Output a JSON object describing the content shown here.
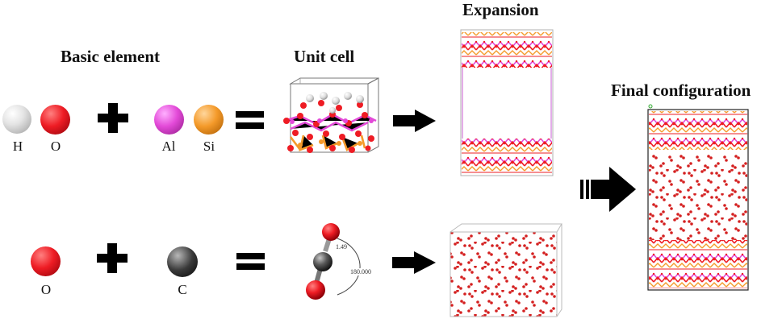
{
  "headings": {
    "basic_element": "Basic element",
    "unit_cell": "Unit cell",
    "expansion": "Expansion",
    "final_configuration": "Final configuration"
  },
  "row1": {
    "elements": [
      "H",
      "O",
      "Al",
      "Si"
    ],
    "operators": [
      "+",
      "="
    ]
  },
  "row2": {
    "elements": [
      "O",
      "C"
    ],
    "operators": [
      "+",
      "="
    ]
  },
  "molecule_annotations": {
    "bond_length": "1.49",
    "angle": "180.000"
  },
  "colors": {
    "hydrogen": "#e6e6e6",
    "oxygen": "#ee1c24",
    "aluminum": "#e34ad8",
    "silicon": "#f49a2a",
    "carbon": "#3a3a3a",
    "arrow": "#000000"
  }
}
